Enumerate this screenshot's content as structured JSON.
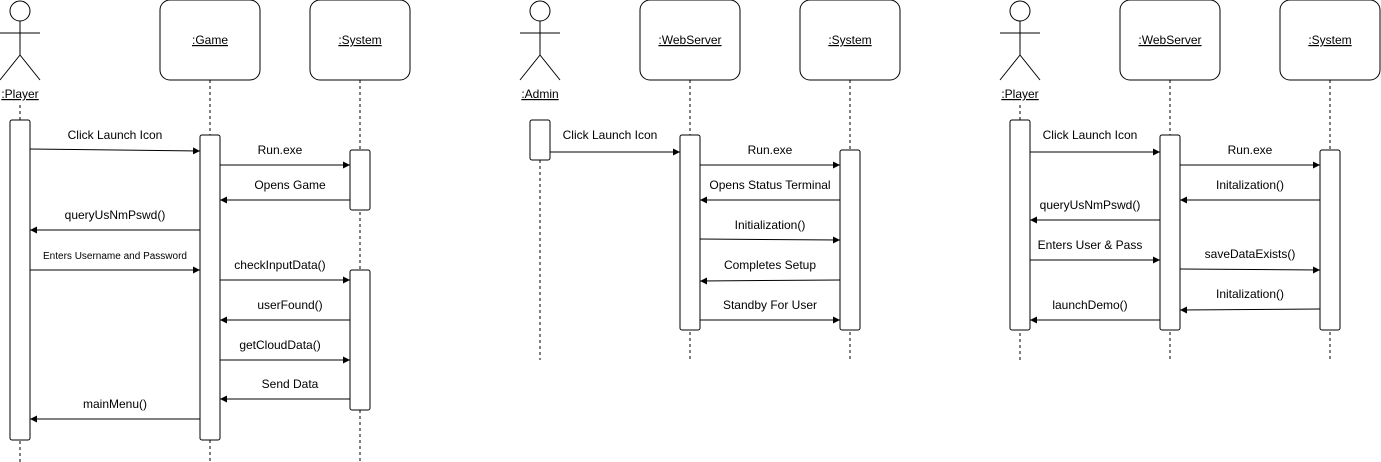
{
  "diagrams": [
    {
      "participants": [
        ":Player",
        ":Game",
        ":System"
      ],
      "messages": [
        "Click Launch Icon",
        "Run.exe",
        "Opens Game",
        "queryUsNmPswd()",
        "Enters Username and Password",
        "checkInputData()",
        "userFound()",
        "getCloudData()",
        "Send Data",
        "mainMenu()"
      ]
    },
    {
      "participants": [
        ":Admin",
        ":WebServer",
        ":System"
      ],
      "messages": [
        "Click Launch Icon",
        "Run.exe",
        "Opens Status Terminal",
        "Initialization()",
        "Completes Setup",
        "Standby For User"
      ]
    },
    {
      "participants": [
        ":Player",
        ":WebServer",
        ":System"
      ],
      "messages": [
        "Click Launch Icon",
        "Run.exe",
        "Initalization()",
        "queryUsNmPswd()",
        "Enters User & Pass",
        "saveDataExists()",
        "Initalization()",
        "launchDemo()"
      ]
    }
  ]
}
